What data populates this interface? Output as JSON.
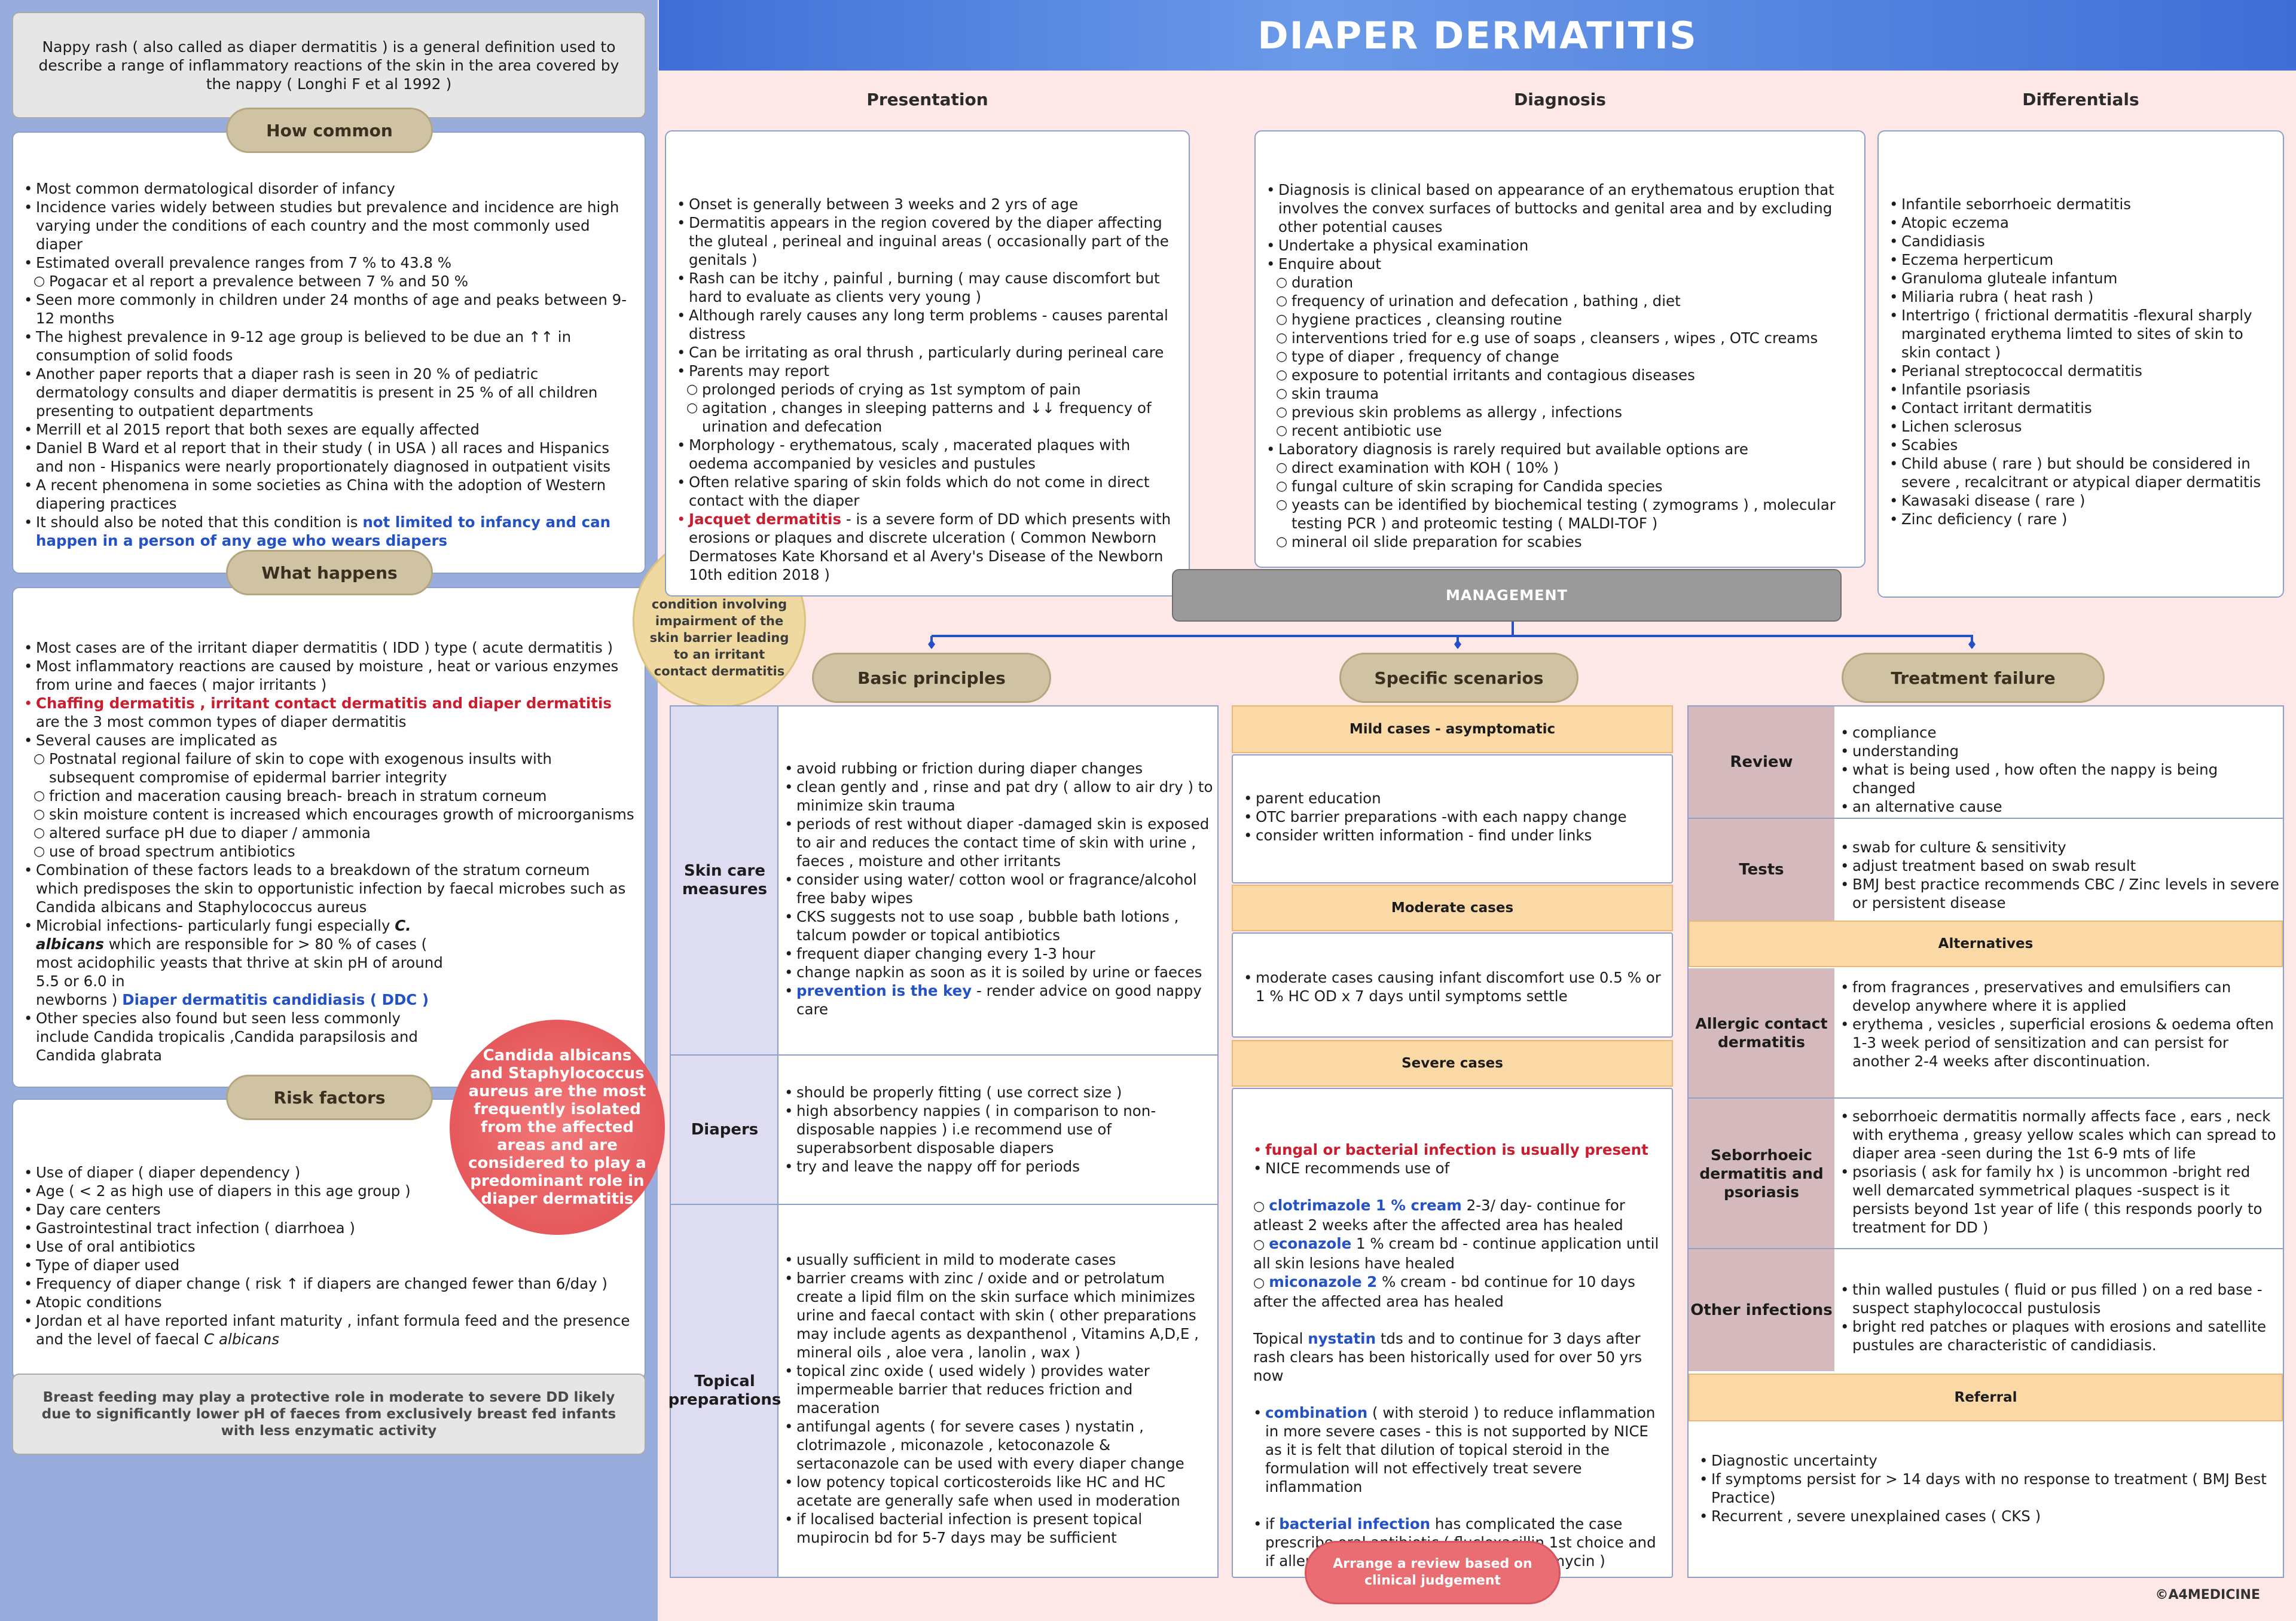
{
  "title": "DIAPER DERMATITIS",
  "intro": "Nappy rash ( also called as diaper dermatitis ) is a general definition used to describe a range of inflammatory reactions of the skin in the area covered by the nappy ( Longhi F et al 1992 )",
  "how_common": {
    "label": "How common",
    "items": [
      {
        "t": "Most common dermatological disorder of infancy",
        "k": "b"
      },
      {
        "t": "Incidence varies widely between studies but prevalence and incidence are high varying under the conditions of each country and the most commonly used diaper",
        "k": "b"
      },
      {
        "t": "Estimated overall prevalence ranges from 7 % to 43.8 %",
        "k": "b"
      },
      {
        "t": "Pogacar et al report a prevalence between 7 % and 50 %",
        "k": "c"
      },
      {
        "t": "Seen more commonly in children under 24 months of age and peaks between 9-12 months",
        "k": "b"
      },
      {
        "t": "The highest prevalence in 9-12 age group is believed to be due an ↑↑ in consumption of solid foods",
        "k": "b"
      },
      {
        "t": "Another paper reports that a diaper rash is seen in 20 % of pediatric dermatology consults and diaper dermatitis is present in 25 % of  all children presenting to outpatient departments",
        "k": "b"
      },
      {
        "t": "Merrill et al 2015 report that both sexes are equally affected",
        "k": "b"
      },
      {
        "t": "Daniel B Ward et al report that in their study ( in USA ) all races and Hispanics and non - Hispanics were nearly proportionately diagnosed in outpatient visits",
        "k": "b"
      },
      {
        "t": "A recent phenomena in some societies as China with the adoption of Western diapering practices",
        "k": "b"
      }
    ],
    "last_plain": "It should also be noted that this condition is ",
    "last_highlight": "not limited to infancy and can happen in a person of any age who wears diapers"
  },
  "what_happens": {
    "label": "What happens",
    "i1": "Most cases are of the irritant diaper dermatitis ( IDD ) type ( acute dermatitis )",
    "i2": "Most inflammatory reactions are caused by moisture , heat or various enzymes from urine and faeces ( major irritants )",
    "i3_red": "Chaffing dermatitis , irritant contact dermatitis and diaper dermatitis",
    "i3_rest": " are the 3 most common types of diaper dermatitis",
    "i4": "Several causes are implicated as",
    "sub": [
      "Postnatal regional failure of skin to cope with exogenous insults with subsequent compromise of epidermal barrier integrity",
      "friction and maceration causing breach- breach in stratum corneum",
      "skin moisture content is increased which encourages growth of microorganisms",
      "altered surface pH due to diaper / ammonia",
      "use of broad spectrum antibiotics"
    ],
    "i5": "Combination of these factors leads to a breakdown of the stratum corneum which predisposes the skin to opportunistic infection by faecal microbes such as Candida albicans and Staphylococcus aureus",
    "i6_a": "Microbial infections- particularly fungi especially ",
    "i6_b": "C. albicans",
    "i6_c": " which are responsible for > 80 % of cases ( most acidophilic yeasts that thrive at skin pH of around 5.5 or 6.0 in",
    "i6_d": "newborns ) ",
    "i6_e": "Diaper dermatitis candidiasis ( DDC )",
    "i7": "Other species also found but seen less commonly include Candida tropicalis ,Candida parapsilosis and Candida glabrata"
  },
  "risk_factors": {
    "label": "Risk factors",
    "items": [
      "Use of diaper ( diaper dependency )",
      "Age ( < 2 as high use of diapers in this age group )",
      "Day care centers",
      "Gastrointestinal tract infection ( diarrhoea )",
      "Use of oral antibiotics",
      "Type of diaper used",
      "Frequency of diaper change ( risk ↑ if diapers are changed fewer than 6/day )",
      "Atopic conditions"
    ],
    "last_a": "Jordan et al have reported infant maturity , infant formula feed and the presence and the level of faecal ",
    "last_b": "C albicans"
  },
  "breast_note": "Breast feeding may play a protective role in moderate to severe DD likely due to significantly lower pH of faeces from exclusively breast fed infants with less enzymatic activity",
  "dd_bubble": "DD is a multifactorial condition involving impairment of the skin barrier leading to an irritant contact dermatitis",
  "candida_bubble": "Candida albicans and Staphylococcus aureus are the most frequently isolated from the affected areas and are considered to play a predominant role in diaper dermatitis",
  "presentation": {
    "header": "Presentation",
    "items": [
      {
        "t": "Onset is generally between 3 weeks and 2 yrs of age",
        "k": "b"
      },
      {
        "t": "Dermatitis appears in the region covered by the diaper affecting the gluteal , perineal and inguinal areas ( occasionally part of the genitals )",
        "k": "b"
      },
      {
        "t": "Rash can be itchy , painful , burning ( may cause discomfort but hard to evaluate as clients very young )",
        "k": "b"
      },
      {
        "t": "Although rarely causes any long term problems - causes parental distress",
        "k": "b"
      },
      {
        "t": "Can be irritating as oral thrush , particularly during perineal care",
        "k": "b"
      },
      {
        "t": "Parents may report",
        "k": "b"
      },
      {
        "t": "prolonged periods of crying as 1st symptom of pain",
        "k": "c"
      },
      {
        "t": "agitation , changes in sleeping patterns and ↓↓ frequency of urination and defecation",
        "k": "c"
      },
      {
        "t": "Morphology - erythematous, scaly , macerated plaques with oedema accompanied by vesicles and pustules",
        "k": "b"
      },
      {
        "t": "Often relative sparing of skin folds which do not come in direct contact with the diaper",
        "k": "b"
      }
    ],
    "jacquet_red": "Jacquet dermatitis",
    "jacquet_rest": " - is a severe form of DD which presents with erosions or plaques and discrete ulceration ( Common Newborn Dermatoses Kate Khorsand et al Avery's Disease of the Newborn 10th edition 2018 )"
  },
  "diagnosis": {
    "header": "Diagnosis",
    "items": [
      {
        "t": "Diagnosis is clinical based on appearance of an erythematous eruption that involves the convex surfaces of buttocks and genital area and by excluding other potential causes",
        "k": "b"
      },
      {
        "t": "Undertake a physical examination",
        "k": "b"
      },
      {
        "t": "Enquire about",
        "k": "b"
      },
      {
        "t": "duration",
        "k": "c"
      },
      {
        "t": "frequency of urination and defecation , bathing , diet",
        "k": "c"
      },
      {
        "t": "hygiene practices , cleansing routine",
        "k": "c"
      },
      {
        "t": "interventions tried for e.g use of soaps , cleansers , wipes , OTC creams",
        "k": "c"
      },
      {
        "t": "type of diaper , frequency of change",
        "k": "c"
      },
      {
        "t": "exposure to potential irritants and contagious diseases",
        "k": "c"
      },
      {
        "t": "skin trauma",
        "k": "c"
      },
      {
        "t": "previous skin problems as allergy , infections",
        "k": "c"
      },
      {
        "t": "recent antibiotic use",
        "k": "c"
      },
      {
        "t": "Laboratory diagnosis is rarely required but available options are",
        "k": "b"
      },
      {
        "t": "direct examination with KOH ( 10% )",
        "k": "c"
      },
      {
        "t": "fungal culture of skin scraping for Candida species",
        "k": "c"
      },
      {
        "t": "yeasts can be identified by biochemical testing ( zymograms ) , molecular testing  PCR ) and proteomic testing ( MALDI-TOF )",
        "k": "c"
      },
      {
        "t": "mineral oil slide preparation for scabies",
        "k": "c"
      }
    ]
  },
  "differentials": {
    "header": "Differentials",
    "items": [
      "Infantile seborrhoeic dermatitis",
      "Atopic eczema",
      "Candidiasis",
      "Eczema herperticum",
      "Granuloma gluteale infantum",
      "Miliaria rubra ( heat rash )",
      "Intertrigo ( frictional dermatitis -flexural sharply marginated erythema limted to sites of skin to skin contact )",
      "Perianal streptococcal dermatitis",
      "Infantile psoriasis",
      "Contact irritant dermatitis",
      "Lichen sclerosus",
      "Scabies",
      "Child abuse ( rare ) but should be considered in severe , recalcitrant or atypical diaper dermatitis",
      "Kawasaki disease ( rare )",
      "Zinc deficiency ( rare )"
    ]
  },
  "management": {
    "label": "MANAGEMENT",
    "basic": "Basic principles",
    "specific": "Specific scenarios",
    "failure": "Treatment failure"
  },
  "basic_rows": {
    "skin_label": "Skin care measures",
    "skin_items": [
      "avoid rubbing or friction during diaper changes",
      "clean gently and , rinse and pat dry ( allow to air dry ) to minimize skin trauma",
      "periods of rest without diaper -damaged skin is exposed to air and reduces the contact time of skin with urine , faeces , moisture and other irritants",
      "consider using water/ cotton wool or fragrance/alcohol free  baby wipes",
      "CKS  suggests not to use soap , bubble bath lotions , talcum powder or topical antibiotics",
      "frequent diaper changing every 1-3 hour",
      "change napkin as soon as it is soiled by urine or faeces"
    ],
    "skin_last_blue": "prevention is the key",
    "skin_last_rest": " - render advice on good nappy care",
    "diapers_label": "Diapers",
    "diapers_items": [
      "should be properly fitting ( use correct size )",
      "high absorbency nappies ( in comparison to non-disposable nappies ) i.e recommend use of superabsorbent disposable diapers",
      "try and leave the nappy off for periods"
    ],
    "topical_label": "Topical preparations",
    "topical_items": [
      "usually sufficient in mild to moderate cases",
      "barrier creams with zinc / oxide and or petrolatum create a lipid film on the skin surface which minimizes urine and faecal contact with skin ( other  preparations may include agents as dexpanthenol , Vitamins A,D,E , mineral oils , aloe vera , lanolin , wax )",
      "topical zinc oxide ( used widely ) provides water impermeable barrier that reduces friction and maceration",
      "antifungal agents ( for severe cases ) nystatin , clotrimazole , miconazole , ketoconazole & sertaconazole can be used with every diaper change",
      "low potency topical corticosteroids like HC and HC acetate are generally safe when used in moderation",
      "if localised bacterial infection is present topical mupirocin bd for 5-7 days may be sufficient"
    ]
  },
  "scenarios": {
    "mild_label": "Mild cases - asymptomatic",
    "mild_items": [
      "parent education",
      "OTC barrier preparations -with each nappy change",
      "consider written information - find under links"
    ],
    "moderate_label": "Moderate cases",
    "moderate_items": [
      "moderate cases causing infant discomfort use 0.5 % or 1 % HC OD x 7 days until symptoms settle"
    ],
    "severe_label": "Severe cases",
    "sev_red": "fungal or bacterial infection is usually present",
    "sev_nice": "NICE recommends use of",
    "clo_b": "clotrimazole 1 % cream",
    "clo_r": " 2-3/ day- continue for atleast 2 weeks after the affected area has healed",
    "eco_b": "econazole",
    "eco_r": " 1 % cream bd - continue application until all skin lesions have healed",
    "mic_b": "miconazole 2",
    "mic_r": " % cream - bd continue for 10 days after the affected area has healed",
    "nys_a": "Topical ",
    "nys_b": "nystatin",
    "nys_r": " tds and to continue for 3 days after rash clears has been historically used for over 50 yrs now",
    "comb_b": "combination",
    "comb_r": " ( with steroid ) to reduce inflammation in more severe cases - this is not supported by NICE as it is felt that dilution of topical steroid in the formulation will not effectively treat severe inflammation",
    "bac_a": "if ",
    "bac_b": "bacterial infection",
    "bac_r": " has complicated the case prescribe oral antibiotic ( flucloxacillin 1st choice and if allergic use erythromycin or clarithromycin )",
    "review_pill": "Arrange a review based on clinical judgement"
  },
  "failure": {
    "review_label": "Review",
    "review_items": [
      "compliance",
      "understanding",
      "what is being used , how often the nappy is being changed",
      "an alternative cause"
    ],
    "tests_label": "Tests",
    "tests_items": [
      "swab for culture & sensitivity",
      "adjust treatment based on swab result",
      "BMJ best practice recommends CBC / Zinc levels in severe or persistent disease"
    ],
    "alternatives_label": "Alternatives",
    "allergic_label": "Allergic contact dermatitis",
    "allergic_items": [
      "from fragrances , preservatives and emulsifiers can develop anywhere where it is applied",
      "erythema , vesicles , superficial erosions & oedema often 1-3 week period of sensitization and can persist for another 2-4 weeks after discontinuation."
    ],
    "seb_label": "Seborrhoeic dermatitis and psoriasis",
    "seb_items": [
      "seborrhoeic dermatitis normally affects face , ears , neck with erythema , greasy yellow scales which can spread to diaper area -seen during the 1st 6-9 mts of life",
      "psoriasis ( ask for family hx ) is uncommon -bright red well demarcated symmetrical plaques -suspect is it persists beyond 1st year of life ( this responds poorly to treatment for DD )"
    ],
    "other_label": "Other infections",
    "other_items": [
      "thin walled pustules ( fluid or pus filled ) on a red base -suspect staphylococcal pustulosis",
      "bright red patches or plaques with erosions and satellite pustules are characteristic of candidiasis."
    ],
    "referral_label": "Referral",
    "referral_items": [
      "Diagnostic uncertainty",
      " If symptoms persist for > 14 days with no response to treatment ( BMJ Best Practice)",
      "Recurrent , severe unexplained cases ( CKS )"
    ]
  },
  "copyright": "©A4MEDICINE"
}
